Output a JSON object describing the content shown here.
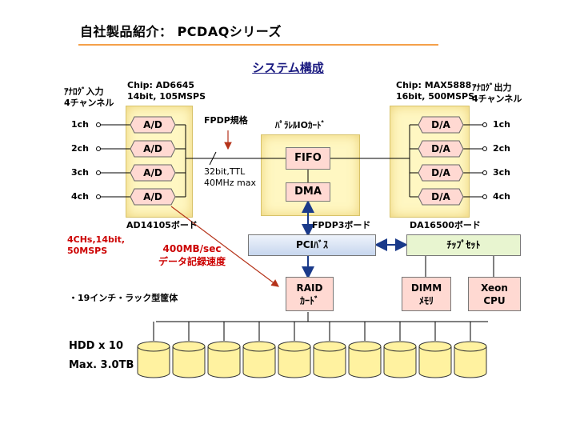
{
  "title": "自社製品紹介： PCDAQシリーズ",
  "subtitle": "システム構成",
  "input_side": {
    "label_line1": "ｱﾅﾛｸﾞ入力",
    "label_line2": "4チャンネル",
    "chip_line1": "Chip: AD6645",
    "chip_line2": "14bit, 105MSPS",
    "channels": [
      "1ch",
      "2ch",
      "3ch",
      "4ch"
    ],
    "converter_label": "A/D",
    "board_name": "AD14105ボード",
    "spec_line1": "4CHs,14bit,",
    "spec_line2": "50MSPS"
  },
  "fpdp": {
    "label": "FPDP規格",
    "detail_line1": "32bit,TTL",
    "detail_line2": "40MHz max"
  },
  "io_board": {
    "label": "ﾊﾟﾗﾚﾙIOｶｰﾄﾞ",
    "fifo": "FIFO",
    "dma": "DMA",
    "board_name": "FPDP3ボード"
  },
  "output_side": {
    "chip_line1": "Chip: MAX5888",
    "chip_line2": "16bit, 500MSPS",
    "label_line1": "ｱﾅﾛｸﾞ出力",
    "label_line2": "4チャンネル",
    "channels": [
      "1ch",
      "2ch",
      "3ch",
      "4ch"
    ],
    "converter_label": "D/A",
    "board_name": "DA16500ボード"
  },
  "bus": {
    "pci": "PCIﾊﾞｽ",
    "chipset": "ﾁｯﾌﾟｾｯﾄ"
  },
  "speed": {
    "line1": "400MB/sec",
    "line2": "データ記録速度"
  },
  "raid": {
    "line1": "RAID",
    "line2": "ｶｰﾄﾞ"
  },
  "dimm": {
    "line1": "DIMM",
    "line2": "ﾒﾓﾘ"
  },
  "cpu": {
    "line1": "Xeon",
    "line2": "CPU"
  },
  "rack_note": "・19インチ・ラック型筐体",
  "hdd": {
    "count_label": "HDD x 10",
    "capacity_label": "Max. 3.0TB",
    "count": 10
  },
  "colors": {
    "title_underline": "#f5a04a",
    "board_fill": "#fff7c2",
    "pink_box": "#ffd9d2",
    "hdd_fill": "#fff2a0",
    "pci_fill": "#dbe6f5",
    "chipset_fill": "#e8f5d0",
    "arrow_red": "#b5331a",
    "arrow_blue": "#1a3a8a"
  }
}
